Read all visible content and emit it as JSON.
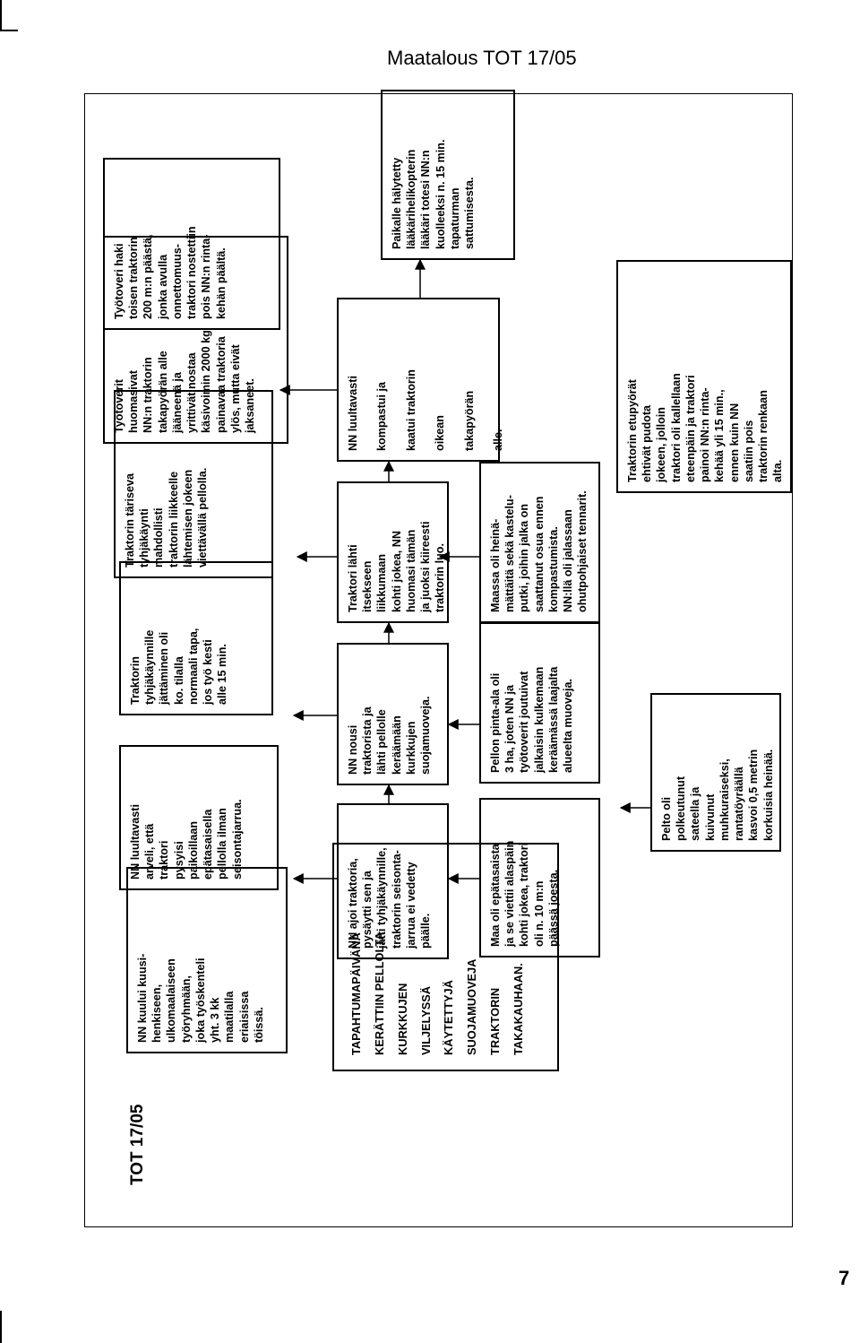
{
  "header": {
    "title": "Maatalous  TOT 17/05"
  },
  "page_number": "7",
  "diagram": {
    "case_id": "TOT 17/05",
    "categories": [
      "TAPAHTUMAPÄIVÄNÄ",
      "KERÄTTIIN PELLOLTA",
      "KURKKUJEN",
      "VILJELYSSÄ",
      "KÄYTETTYJÄ",
      "SUOJAMUOVEJA",
      "TRAKTORIN",
      "TAKAKAUHAAN."
    ],
    "row1": [
      "NN kuului kuusi-\nhenkiseen,\nulkomaalaiseen\ntyöryhmään,\njoka työskenteli\nyht. 3 kk\nmaatilalla\neriaisissa\ntöissä.",
      "NN luultavasti\narveli, että\ntraktori\npysyisi\npaikoillaan\nepätasaisella\npellolla ilman\nseisontajarrua.",
      "Traktorin\ntyhjäkäynnille\njättäminen oli\nko. tilalla\nnormaali tapa,\njos työ kesti\nalle 15 min.",
      "Traktorin täriseva\ntyhjäkäynti\nmahdollisti\ntraktorin liikkeelle\nlähtemisen jokeen\nviettävällä pellolla.",
      "Työtoverit\nhuomasivat\nNN:n traktorin\ntakapyörän alle\njääneenä ja\nyrittivät nostaa\nkäsivoimin 2000 kg\npainavaa traktoria\nylös, mutta eivät\njaksaneet.",
      "Työtoveri haki\ntoisen traktorin\n200 m:n päästä,\njonka avulla\nonnettomuus-\ntraktori nostettiin\npois NN:n rinta-\nkehän päältä."
    ],
    "row2": [
      "NN ajoi traktoria,\npysäytti sen ja\njätti tyhjäkäynnille,\ntraktorin seisonta-\njarrua ei vedetty\npäälle.",
      "NN nousi\ntraktorista ja\nlähti pellolle\nkeräämään\nkurkkujen\nsuojamuoveja.",
      "Traktori lähti\nitsekseen\nliikkumaan\nkohti jokea, NN\nhuomasi tämän\nja juoksi kiireesti\ntraktorin luo.",
      "NN luultavasti\n\nkompastui ja\n\nkaatui traktorin\n\noikean\n\ntakapyörän\n\nalle.",
      "Paikalle hälytetty\nlääkärihelikopterin\nlääkäri totesi NN:n\nkuolleeksi n. 15 min.\ntapaturman\nsattumisesta."
    ],
    "row3": [
      "Maa oli epätasaista\nja se viettii alaspäin\nkohti jokea, traktori\noli n. 10 m:n\npäässä joesta.",
      "Pellon pinta-ala oli\n3 ha, joten NN ja\ntyötoverit joutuivat\njalkaisin kulkemaan\nkeräämässä laajalta\nalueelta muoveja.",
      "Maassa oli heinä-\nmättäitä sekä kastelu-\nputki, joihin jalka on\nsaattanut osua ennen\nkompastumista.\nNN:llä oli jalassaan\nohutpohjaiset tennarit."
    ],
    "row4": [
      "Pelto oli\npolkeutunut\nsateella ja\nkuivunut\nmuhkuraiseksi,\nrantatöyräällä\nkasvoi 0,5 metrin\nkorkuisia heinää.",
      "Traktorin etupyörät\nehtivät pudota\njokeen, jolloin\ntraktori oli kallellaan\neteenpäin ja traktori\npainoi NN:n rinta-\nkehää yli 15 min.,\nennen kuin NN\nsaatiin pois\ntraktorin renkaan\nalta."
    ]
  }
}
